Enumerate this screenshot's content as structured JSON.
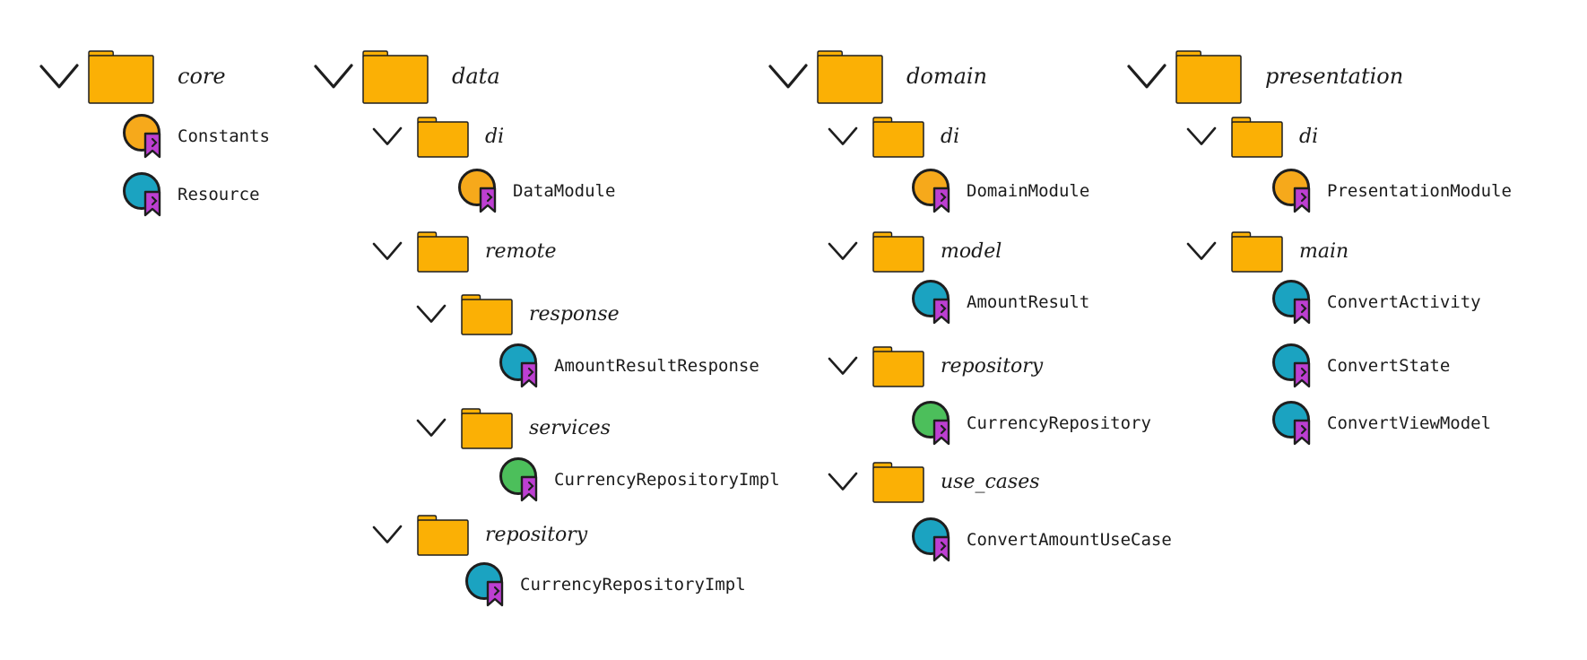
{
  "colors": {
    "folder": "#fbb005",
    "stroke": "#1e1e1e",
    "object": "#f6a91b",
    "class": "#1ba3c1",
    "interface": "#4cbf5b",
    "marker": "#bd3fd2"
  },
  "columns": [
    {
      "id": "core",
      "label": "core",
      "children": [
        {
          "type": "file",
          "label": "Constants",
          "kind": "object"
        },
        {
          "type": "file",
          "label": "Resource",
          "kind": "class"
        }
      ]
    },
    {
      "id": "data",
      "label": "data",
      "children": [
        {
          "type": "folder",
          "label": "di",
          "children": [
            {
              "type": "file",
              "label": "DataModule",
              "kind": "object"
            }
          ]
        },
        {
          "type": "folder",
          "label": "remote",
          "children": [
            {
              "type": "folder",
              "label": "response",
              "children": [
                {
                  "type": "file",
                  "label": "AmountResultResponse",
                  "kind": "class"
                }
              ]
            },
            {
              "type": "folder",
              "label": "services",
              "children": [
                {
                  "type": "file",
                  "label": "CurrencyRepositoryImpl",
                  "kind": "interface"
                }
              ]
            }
          ]
        },
        {
          "type": "folder",
          "label": "repository",
          "children": [
            {
              "type": "file",
              "label": "CurrencyRepositoryImpl",
              "kind": "class"
            }
          ]
        }
      ]
    },
    {
      "id": "domain",
      "label": "domain",
      "children": [
        {
          "type": "folder",
          "label": "di",
          "children": [
            {
              "type": "file",
              "label": "DomainModule",
              "kind": "object"
            }
          ]
        },
        {
          "type": "folder",
          "label": "model",
          "children": [
            {
              "type": "file",
              "label": "AmountResult",
              "kind": "class"
            }
          ]
        },
        {
          "type": "folder",
          "label": "repository",
          "children": [
            {
              "type": "file",
              "label": "CurrencyRepository",
              "kind": "interface"
            }
          ]
        },
        {
          "type": "folder",
          "label": "use_cases",
          "children": [
            {
              "type": "file",
              "label": "ConvertAmountUseCase",
              "kind": "class"
            }
          ]
        }
      ]
    },
    {
      "id": "presentation",
      "label": "presentation",
      "children": [
        {
          "type": "folder",
          "label": "di",
          "children": [
            {
              "type": "file",
              "label": "PresentationModule",
              "kind": "object"
            }
          ]
        },
        {
          "type": "folder",
          "label": "main",
          "children": [
            {
              "type": "file",
              "label": "ConvertActivity",
              "kind": "class"
            },
            {
              "type": "file",
              "label": "ConvertState",
              "kind": "class"
            },
            {
              "type": "file",
              "label": "ConvertViewModel",
              "kind": "class"
            }
          ]
        }
      ]
    }
  ]
}
